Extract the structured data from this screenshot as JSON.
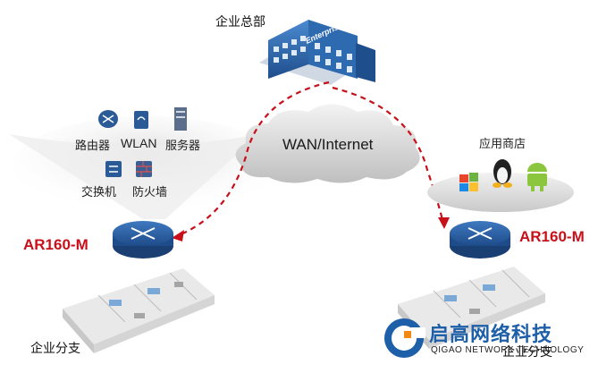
{
  "headquarters": {
    "label": "企业总部",
    "sign": "Enterprise"
  },
  "cloud": {
    "label": "WAN/Internet"
  },
  "left_panel": {
    "devices_row1": [
      "路由器",
      "WLAN",
      "服务器"
    ],
    "devices_row2": [
      "交换机",
      "防火墙"
    ]
  },
  "right_panel": {
    "label": "应用商店"
  },
  "left_router": {
    "label": "AR160-M"
  },
  "right_router": {
    "label": "AR160-M"
  },
  "left_branch": {
    "label": "企业分支"
  },
  "right_branch": {
    "label": "企业分支"
  },
  "logo": {
    "cn": "启高网络科技",
    "en": "QIGAO NETWORK TECHNOLOGY"
  },
  "colors": {
    "dash": "#c8101a",
    "router": "#2a5b97",
    "logo_blue": "#1d5fa8",
    "logo_orange": "#f08a14"
  }
}
